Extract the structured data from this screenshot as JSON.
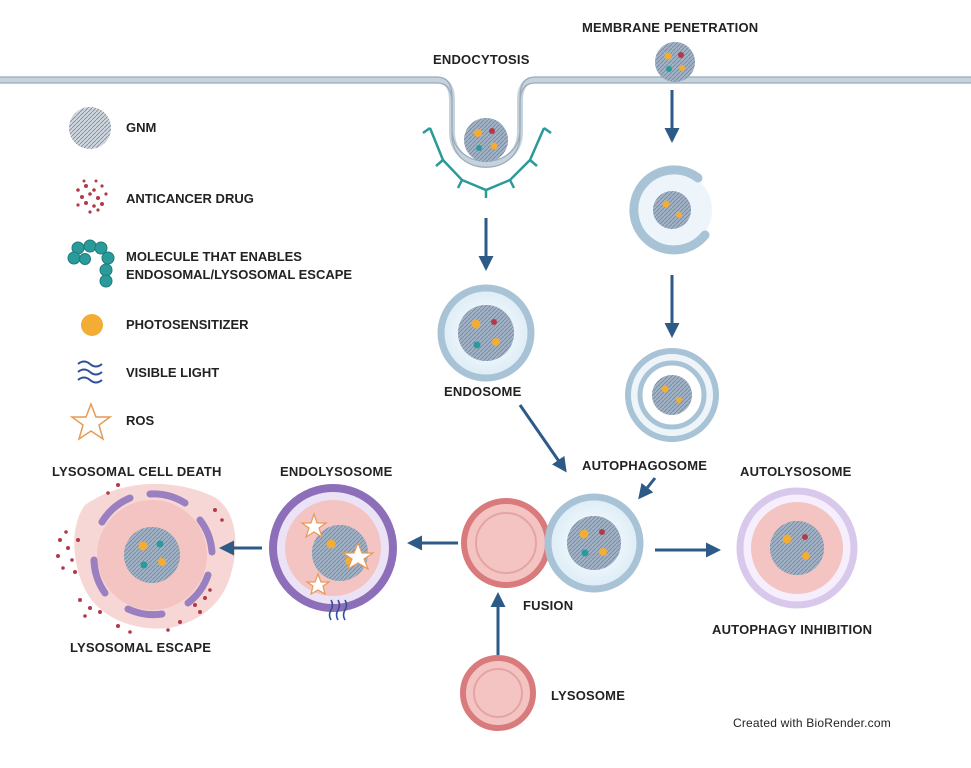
{
  "title_labels": {
    "endocytosis": "ENDOCYTOSIS",
    "membrane_penetration": "MEMBRANE PENETRATION",
    "endosome": "ENDOSOME",
    "autophagosome": "AUTOPHAGOSOME",
    "autolysosome": "AUTOLYSOSOME",
    "endolysosome": "ENDOLYSOSOME",
    "lysosomal_cell_death": "LYSOSOMAL CELL DEATH",
    "lysosomal_escape": "LYSOSOMAL ESCAPE",
    "fusion": "FUSION",
    "autophagy_inhibition": "AUTOPHAGY INHIBITION",
    "lysosome": "LYSOSOME",
    "credit": "Created with BioRender.com"
  },
  "legend": [
    {
      "icon": "gnm-icon",
      "label": "GNM"
    },
    {
      "icon": "anticancer-drug-icon",
      "label": "ANTICANCER DRUG"
    },
    {
      "icon": "escape-molecule-icon",
      "label_line1": "MOLECULE THAT ENABLES",
      "label_line2": "ENDOSOMAL/LYSOSOMAL ESCAPE"
    },
    {
      "icon": "photosensitizer-icon",
      "label": "PHOTOSENSITIZER"
    },
    {
      "icon": "visible-light-icon",
      "label": "VISIBLE LIGHT"
    },
    {
      "icon": "ros-star-icon",
      "label": "ROS"
    }
  ],
  "colors": {
    "membrane": "#b9c7d4",
    "arrow": "#2e5a87",
    "teal": "#2b9a9a",
    "vesicle_ring": "#a9c3d6",
    "vesicle_fill": "#e5f1f8",
    "lysosome": "#d97a7d",
    "lysosome_fill": "#f3c4c1",
    "endolyso_ring": "#9a7fc1",
    "autolyso_ring": "#d8c8ec",
    "drug": "#b23a48",
    "photosensitizer": "#f3ac34",
    "ros": "#e79a55"
  }
}
